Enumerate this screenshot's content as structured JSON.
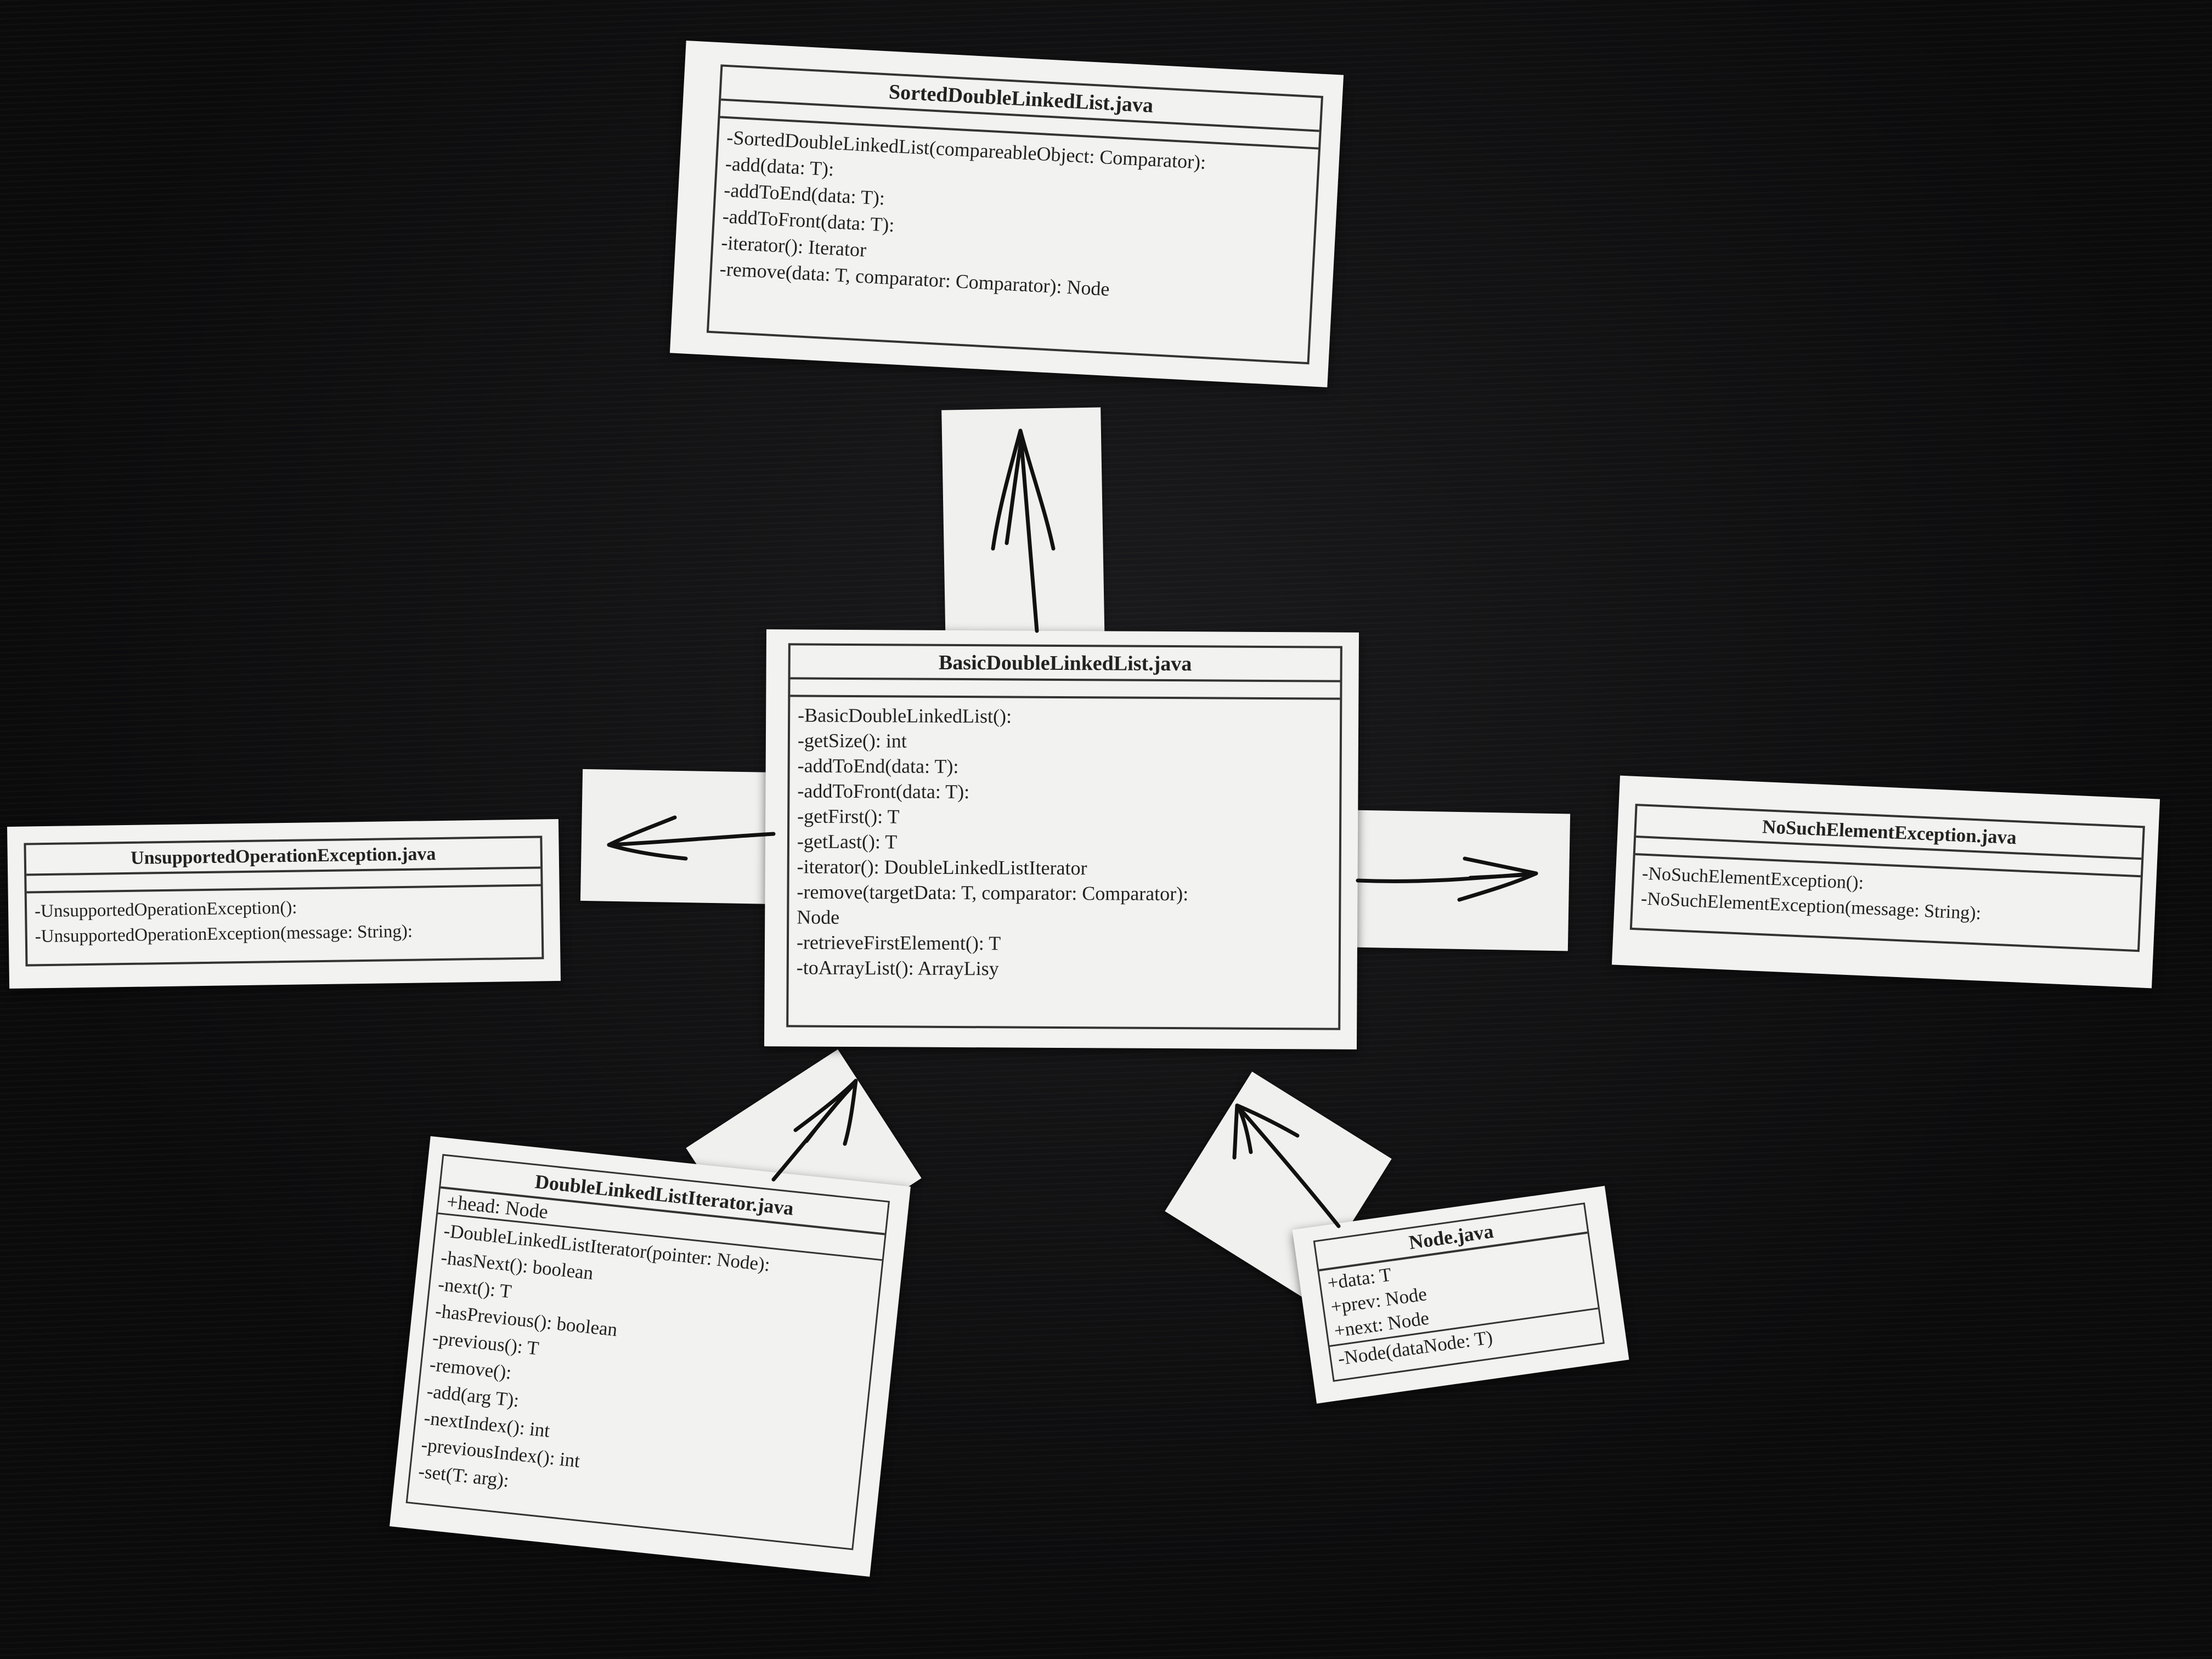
{
  "classes": {
    "sorted": {
      "name": "SortedDoubleLinkedList.java",
      "methods": [
        "-SortedDoubleLinkedList(compareableObject: Comparator):",
        "-add(data: T):",
        "-addToEnd(data: T):",
        "-addToFront(data: T):",
        "-iterator(): Iterator",
        "-remove(data: T, comparator: Comparator): Node"
      ]
    },
    "basic": {
      "name": "BasicDoubleLinkedList.java",
      "methods": [
        "-BasicDoubleLinkedList():",
        "-getSize(): int",
        "-addToEnd(data: T):",
        "-addToFront(data: T):",
        "-getFirst(): T",
        "-getLast(): T",
        "-iterator(): DoubleLinkedListIterator",
        "-remove(targetData: T, comparator: Comparator):",
        "Node",
        "-retrieveFirstElement(): T",
        "-toArrayList(): ArrayLisy"
      ]
    },
    "unsupported": {
      "name": "UnsupportedOperationException.java",
      "methods": [
        "-UnsupportedOperationException():",
        "-UnsupportedOperationException(message: String):"
      ]
    },
    "nosuch": {
      "name": "NoSuchElementException.java",
      "methods": [
        "-NoSuchElementException():",
        "-NoSuchElementException(message: String):"
      ]
    },
    "iterator": {
      "name": "DoubleLinkedListIterator.java",
      "fields": [
        "+head: Node"
      ],
      "methods": [
        "-DoubleLinkedListIterator(pointer: Node):",
        "-hasNext(): boolean",
        "-next(): T",
        "-hasPrevious(): boolean",
        "-previous(): T",
        "-remove():",
        "-add(arg T):",
        "-nextIndex(): int",
        "-previousIndex(): int",
        "-set(T: arg):"
      ]
    },
    "node": {
      "name": "Node.java",
      "fields": [
        "+data: T",
        "+prev: Node",
        "+next: Node"
      ],
      "methods": [
        "-Node(dataNode: T)"
      ]
    }
  },
  "colors": {
    "table": "#0c0c0d",
    "paper": "#f2f2f0",
    "ink": "#111111"
  }
}
